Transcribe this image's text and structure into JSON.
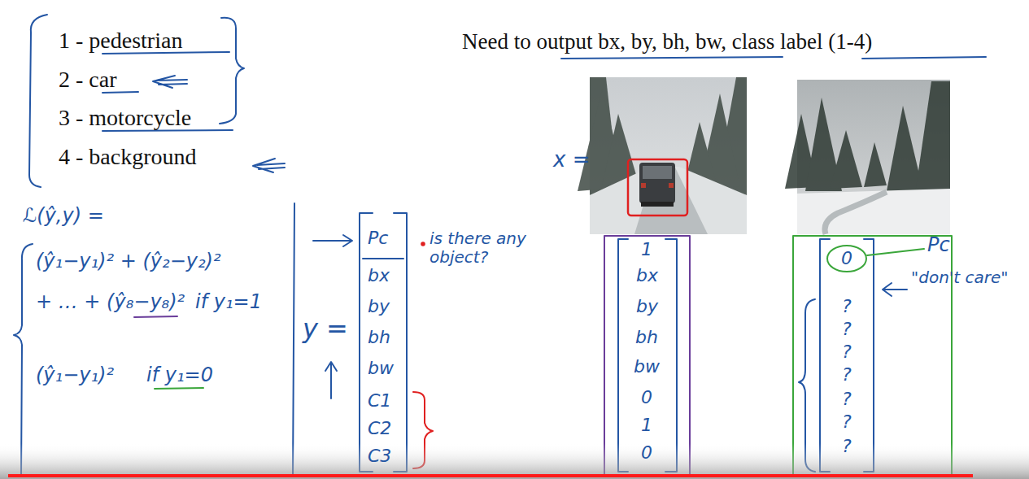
{
  "diagram": {
    "nodes": [
      {
        "text": [
          "1",
          "bx",
          "by",
          "bh",
          "bw",
          "0",
          "1",
          "0"
        ]
      },
      {
        "text": [
          "0",
          "?",
          "?",
          "?",
          "?",
          "?",
          "?",
          "?"
        ]
      }
    ],
    "labels": [
      "1 - pedestrian",
      "2 - car",
      "3 - motorcycle",
      "4 - background",
      "Need to output bx, by, bh, bw, class label (1-4)",
      "x =",
      "ℒ(ŷ,y) =",
      "(ŷ₁−y₁)² + (ŷ₂−y₂)²",
      "+ … + (ŷ₈−y₈)²",
      "if y₁=1",
      "(ŷ₁−y₁)²",
      "if y₁=0",
      "y =",
      "Pc",
      "bx",
      "by",
      "bh",
      "bw",
      "C1",
      "C2",
      "C3",
      "is there any object?",
      "Pc",
      "\"don't care\""
    ]
  }
}
